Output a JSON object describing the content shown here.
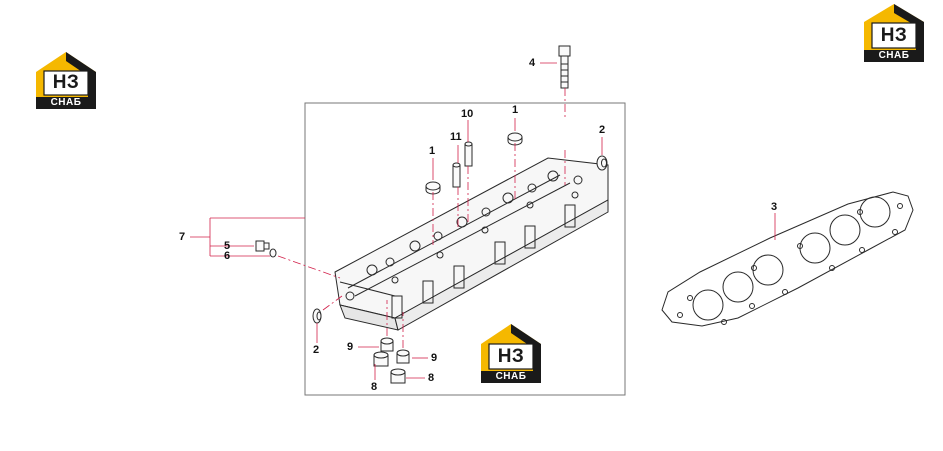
{
  "brand": {
    "logo_letters": "НЗ",
    "logo_caption": "СНАБ",
    "colors": {
      "yellow": "#f5b800",
      "dark": "#1a1a1a",
      "outline": "#222222",
      "leader": "#d2204a"
    }
  },
  "callouts": {
    "c1a": "1",
    "c1b": "1",
    "c2a": "2",
    "c2b": "2",
    "c3": "3",
    "c4": "4",
    "c5": "5",
    "c6": "6",
    "c7": "7",
    "c8a": "8",
    "c8b": "8",
    "c9a": "9",
    "c9b": "9",
    "c10": "10",
    "c11": "11"
  }
}
